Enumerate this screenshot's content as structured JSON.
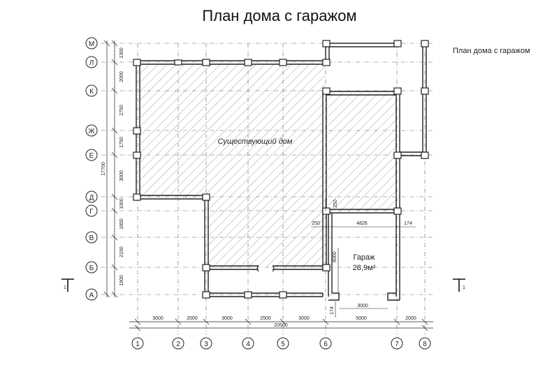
{
  "title": "План дома с гаражом",
  "sheet_label": "План дома с гаражом",
  "axes_columns": [
    "1",
    "2",
    "3",
    "4",
    "5",
    "6",
    "7",
    "8"
  ],
  "axes_rows": [
    "М",
    "Л",
    "К",
    "Ж",
    "Е",
    "Д",
    "Г",
    "В",
    "Б",
    "А"
  ],
  "col_spacings": [
    "3000",
    "2000",
    "3000",
    "2500",
    "3000",
    "5000",
    "2000"
  ],
  "total_width": "20500",
  "row_spacings": [
    "1300",
    "2000",
    "2750",
    "1750",
    "3000",
    "1000",
    "1850",
    "2150",
    "1900"
  ],
  "total_height": "17700",
  "rooms": {
    "existing": "Существующий дом",
    "garage_name": "Гараж",
    "garage_area": "28,9м²"
  },
  "garage_dims": {
    "top_left": "250",
    "top_mid": "4826",
    "top_right": "174",
    "height": "6000",
    "door": "3000",
    "bottom": "174",
    "corner": "250"
  },
  "section_mark": "1"
}
